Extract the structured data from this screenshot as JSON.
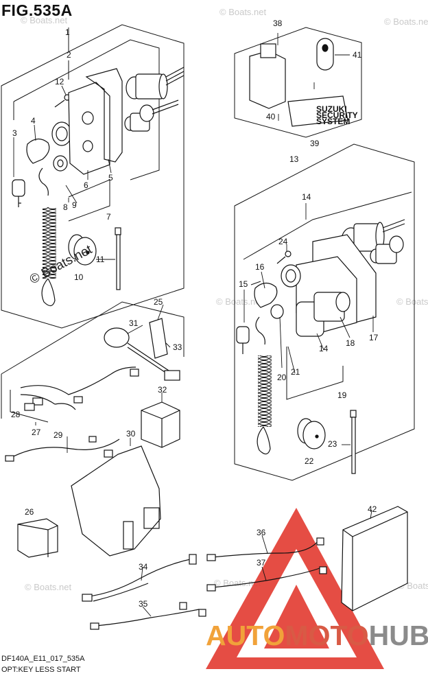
{
  "figure": {
    "title": "FIG.535A",
    "code": "DF140A_E11_017_535A",
    "subtitle": "OPT:KEY LESS START"
  },
  "watermarks": {
    "boats_main": "© Boats.net",
    "boats_faint": "© Boats.net"
  },
  "brand": {
    "part1": "AUTO",
    "part2": "MOTO",
    "part3": "HUB",
    "colors": {
      "orange": "#f1a23a",
      "red": "#d85a45",
      "gray": "#8b8b8b"
    }
  },
  "security_tag": {
    "line1": "SUZUKI",
    "line2": "SECURITY",
    "line3": "SYSTEM"
  },
  "callouts": [
    "1",
    "2",
    "3",
    "4",
    "5",
    "6",
    "7",
    "8",
    "9",
    "10",
    "11",
    "12",
    "13",
    "14",
    "15",
    "16",
    "17",
    "18",
    "19",
    "20",
    "21",
    "22",
    "23",
    "24",
    "25",
    "26",
    "27",
    "28",
    "29",
    "30",
    "31",
    "32",
    "33",
    "34",
    "35",
    "36",
    "37",
    "38",
    "39",
    "40",
    "41",
    "42"
  ],
  "callout_14_second": "14"
}
